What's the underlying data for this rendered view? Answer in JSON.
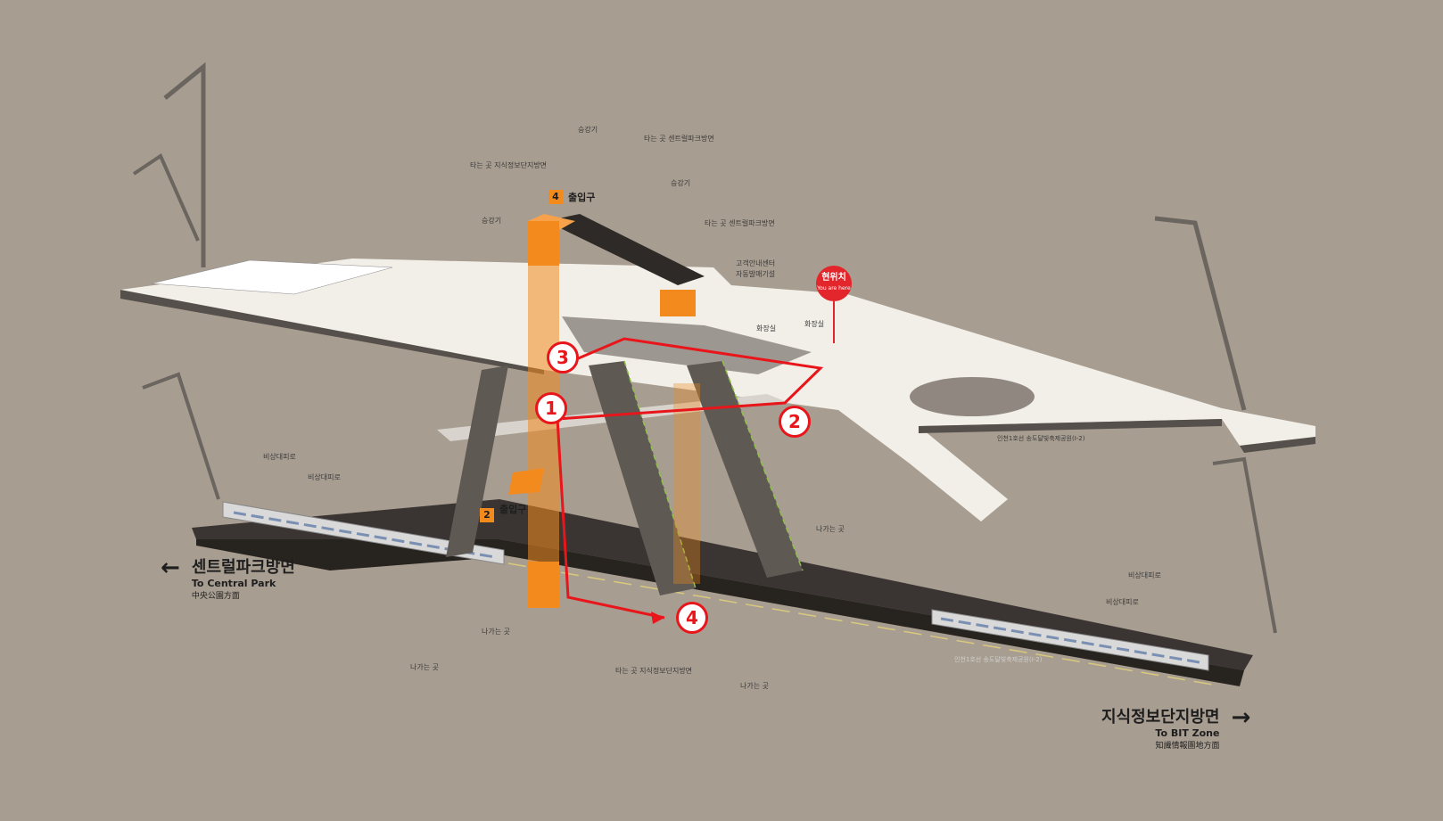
{
  "directions": {
    "left": {
      "ko": "센트럴파크방면",
      "en": "To Central Park",
      "zh": "中央公園方面"
    },
    "right": {
      "ko": "지식정보단지방면",
      "en": "To BIT  Zone",
      "zh": "知識情報團地方面"
    }
  },
  "route_steps": [
    "1",
    "2",
    "3",
    "4"
  ],
  "you_are_here": {
    "ko": "현위치",
    "en": "You are here"
  },
  "exits": [
    {
      "number": "4",
      "label": "출입구"
    },
    {
      "number": "2",
      "label": "출입구"
    }
  ],
  "callouts": {
    "elevator": "승강기",
    "board_bit": "타는 곳 지식정보단지방면",
    "board_central": "타는 곳 센트럴파크방면",
    "exit_way": "나가는 곳",
    "emergency": "비상대피로",
    "info": "고객안내센터",
    "ticket": "자동발매기설",
    "toilet": "화장실"
  },
  "platform_labels": {
    "concourse": "인천1호선 송도달빛축제공원(I-2)",
    "platform": "인천1호선 송도달빛축제공원(I-2)"
  },
  "colors": {
    "background": "#a89d91",
    "route": "#e8161b",
    "accent": "#f28a1e",
    "floor": "#f2efe9",
    "platform": "#3a3532"
  }
}
